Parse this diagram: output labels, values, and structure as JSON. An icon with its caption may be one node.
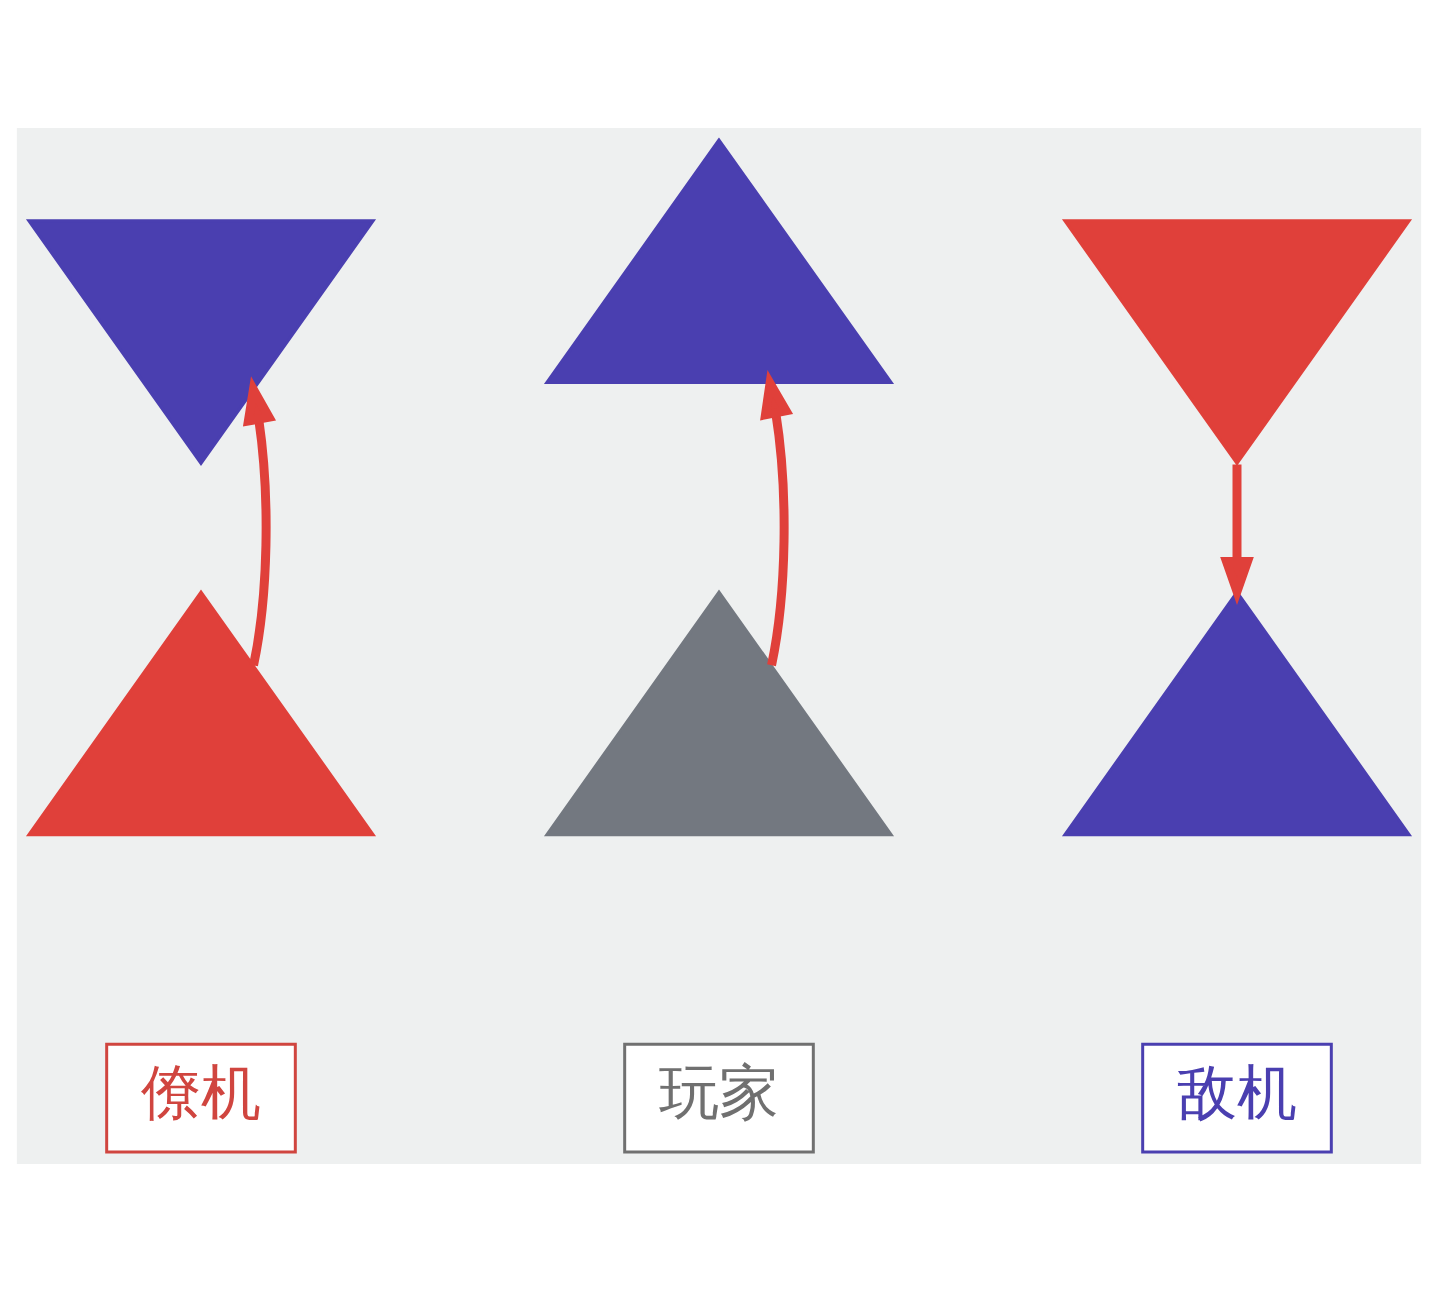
{
  "diagram": {
    "nodes": [
      {
        "text": [],
        "shape": "triangle"
      },
      {
        "text": [],
        "shape": "triangle"
      },
      {
        "text": [],
        "shape": "triangle"
      },
      {
        "text": [],
        "shape": "triangle"
      },
      {
        "text": [],
        "shape": "triangle"
      },
      {
        "text": [
          "僚机"
        ]
      },
      {
        "text": [
          "玩家"
        ]
      },
      {
        "text": [],
        "shape": "triangle"
      },
      {
        "text": [
          "敌机"
        ]
      }
    ],
    "edges": [
      {
        "from": 3,
        "to": 0,
        "arrow": "to"
      },
      {
        "from": 4,
        "to": 1,
        "arrow": "to"
      },
      {
        "from": 2,
        "to": 7,
        "arrow": "to"
      }
    ]
  }
}
